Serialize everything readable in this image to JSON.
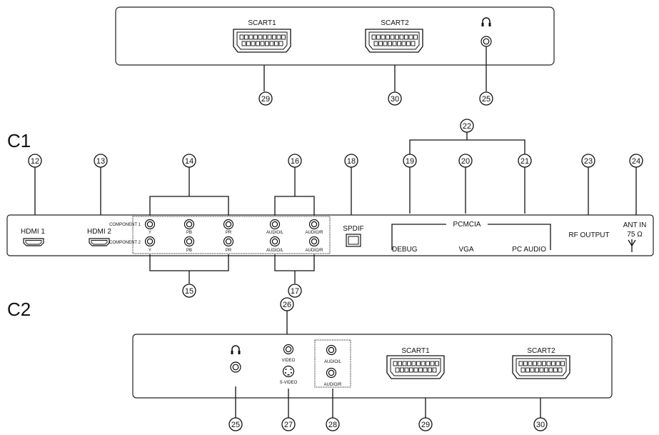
{
  "section_labels": {
    "c1": "C1",
    "c2": "C2"
  },
  "top_panel": {
    "scart1": "SCART1",
    "scart2": "SCART2",
    "callouts": [
      "29",
      "30",
      "25"
    ]
  },
  "c1_panel": {
    "hdmi1": "HDMI 1",
    "hdmi2": "HDMI 2",
    "component1": "COMPONENT 1",
    "component2": "COMPONENT 2",
    "y": "Y",
    "pb": "PB",
    "pr": "PR",
    "audio_l": "AUDIO/L",
    "audio_r": "AUDIO/R",
    "spdif": "SPDIF",
    "pcmcia": "PCMCIA",
    "debug": "DEBUG",
    "vga": "VGA",
    "pc_audio": "PC AUDIO",
    "rf_output": "RF OUTPUT",
    "ant_in": "ANT IN",
    "ohm": "75 Ω",
    "callouts_top": [
      "12",
      "13",
      "14",
      "16",
      "18",
      "19",
      "20",
      "21",
      "22",
      "23",
      "24"
    ],
    "callouts_bottom": [
      "15",
      "17"
    ]
  },
  "c2_panel": {
    "video": "VIDEO",
    "s_video": "S-VIDEO",
    "audio_l": "AUDIO/L",
    "audio_r": "AUDIO/R",
    "scart1": "SCART1",
    "scart2": "SCART2",
    "callout_top": "26",
    "callouts_bottom": [
      "25",
      "27",
      "28",
      "29",
      "30"
    ]
  },
  "icons": [
    "headphone-icon",
    "hdmi-port-icon",
    "scart-port-icon",
    "antenna-icon",
    "optical-port-icon",
    "rca-jack-icon",
    "s-video-port-icon"
  ]
}
